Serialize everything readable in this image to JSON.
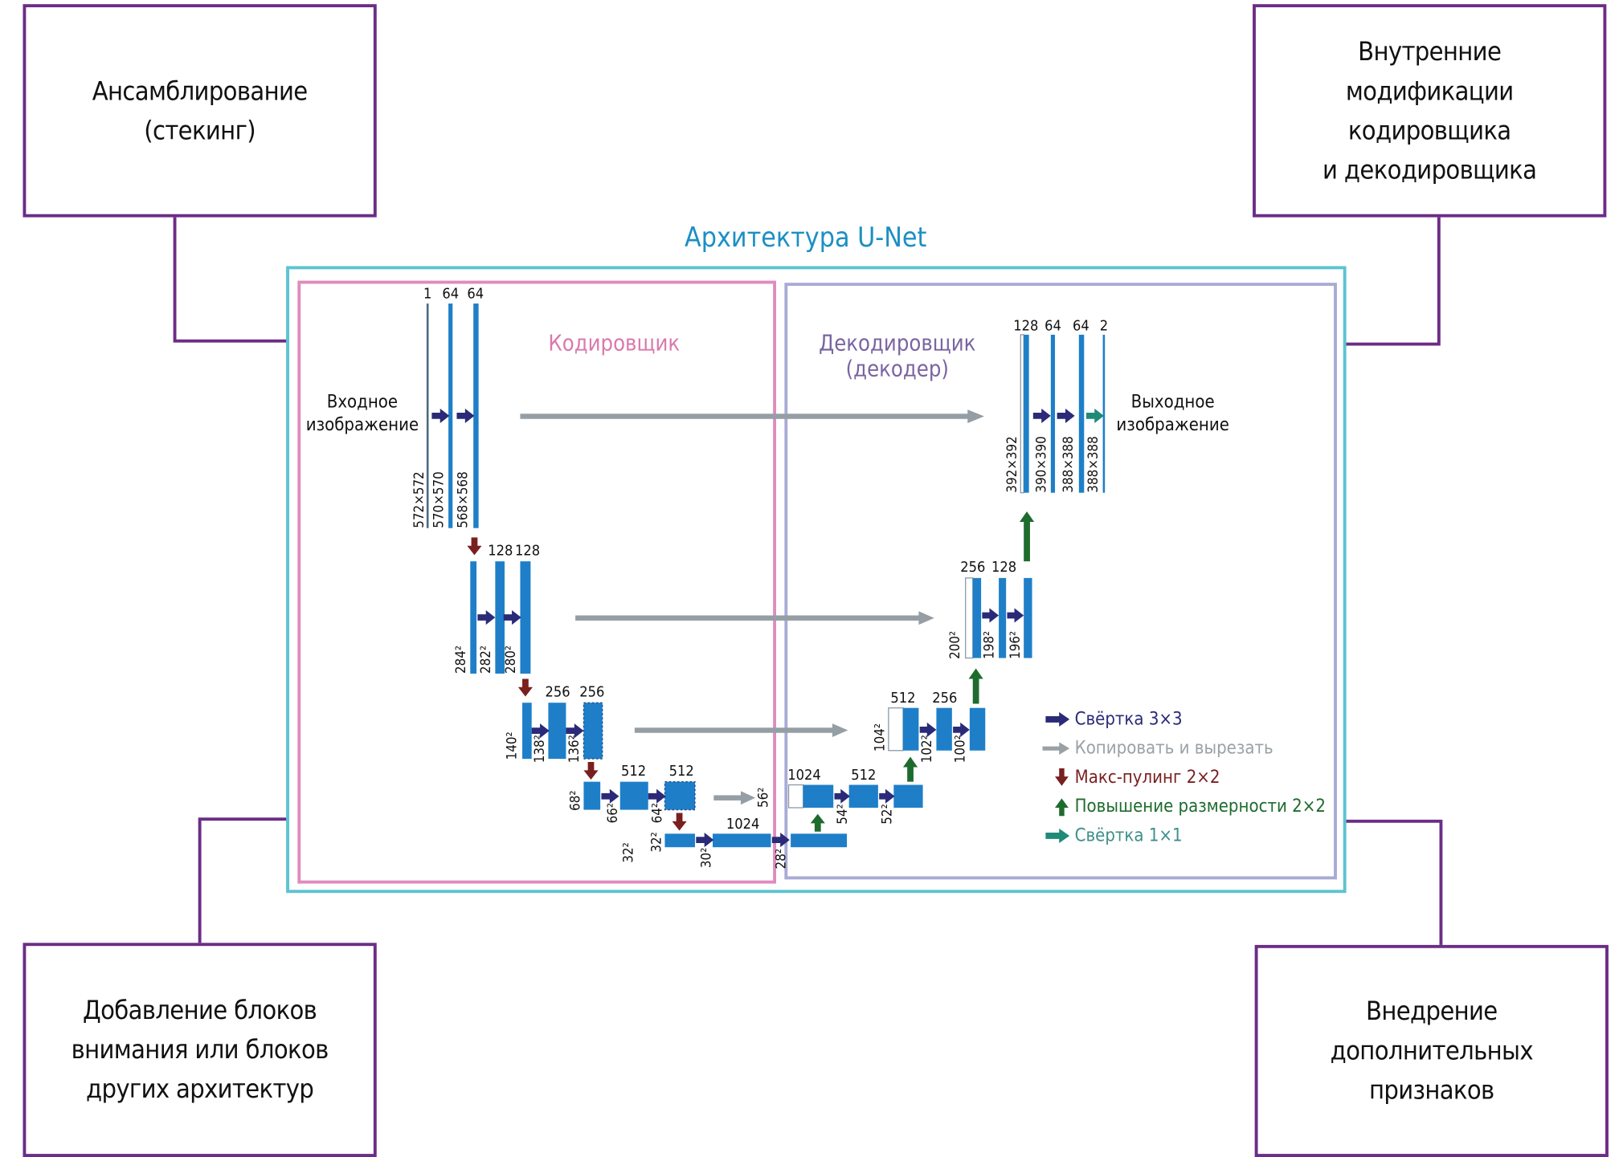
{
  "boxes": {
    "top_left": "Ансамблирование\n(стекинг)",
    "top_right": "Внутренние\nмодификации\nкодировщика\nи декодировщика",
    "bottom_left": "Добавление блоков\nвнимания или блоков\nдругих архитектур",
    "bottom_right": "Внедрение\nдополнительных\nпризнаков"
  },
  "unet": {
    "title": "Архитектура U-Net",
    "encoder_label": "Кодировщик",
    "decoder_label": "Декодировщик\n(декодер)",
    "input_label": "Входное\nизображение",
    "output_label": "Выходное\nизображение",
    "encoder": {
      "level1": {
        "channels": [
          "1",
          "64",
          "64"
        ],
        "sizes": [
          "572×572",
          "570×570",
          "568×568"
        ]
      },
      "level2": {
        "channels": [
          "128",
          "128"
        ],
        "sizes": [
          "284²",
          "282²",
          "280²"
        ]
      },
      "level3": {
        "channels": [
          "256",
          "256"
        ],
        "sizes": [
          "140²",
          "138²",
          "136²"
        ]
      },
      "level4": {
        "channels": [
          "512",
          "512"
        ],
        "sizes": [
          "68²",
          "66²",
          "64²"
        ]
      },
      "bottleneck": {
        "channels": [
          "1024"
        ],
        "sizes": [
          "32²",
          "32²",
          "30²",
          "28²"
        ]
      }
    },
    "decoder": {
      "level4": {
        "channels": [
          "1024",
          "512"
        ],
        "sizes": [
          "56²",
          "54²",
          "52²"
        ]
      },
      "level3": {
        "channels": [
          "512",
          "256"
        ],
        "sizes": [
          "104²",
          "102²",
          "100²"
        ]
      },
      "level2": {
        "channels": [
          "256",
          "128"
        ],
        "sizes": [
          "200²",
          "198²",
          "196²"
        ]
      },
      "level1": {
        "channels": [
          "128",
          "64",
          "64",
          "2"
        ],
        "sizes": [
          "392×392",
          "390×390",
          "388×388",
          "388×388"
        ]
      }
    }
  },
  "legend": [
    {
      "icon": "arrow-right-conv3-icon",
      "label": "Свёртка 3×3",
      "color": "#2b2a78"
    },
    {
      "icon": "arrow-right-copy-icon",
      "label": "Копировать и вырезать",
      "color": "#9aa1a6"
    },
    {
      "icon": "arrow-down-maxpool-icon",
      "label": "Макс-пулинг 2×2",
      "color": "#7a1f1f"
    },
    {
      "icon": "arrow-up-upconv-icon",
      "label": "Повышение размерности 2×2",
      "color": "#1e6b2e"
    },
    {
      "icon": "arrow-right-conv1-icon",
      "label": "Свёртка 1×1",
      "color": "#3d8f8a"
    }
  ],
  "colors": {
    "box_border": "#6b2d86",
    "unet_border": "#5cc4d1",
    "encoder_border": "#e08bbf",
    "decoder_border": "#a9abd6",
    "feature_map": "#1e7fc8",
    "title": "#1b8fc4",
    "encoder_text": "#d979ad",
    "decoder_text": "#7a64a2"
  }
}
